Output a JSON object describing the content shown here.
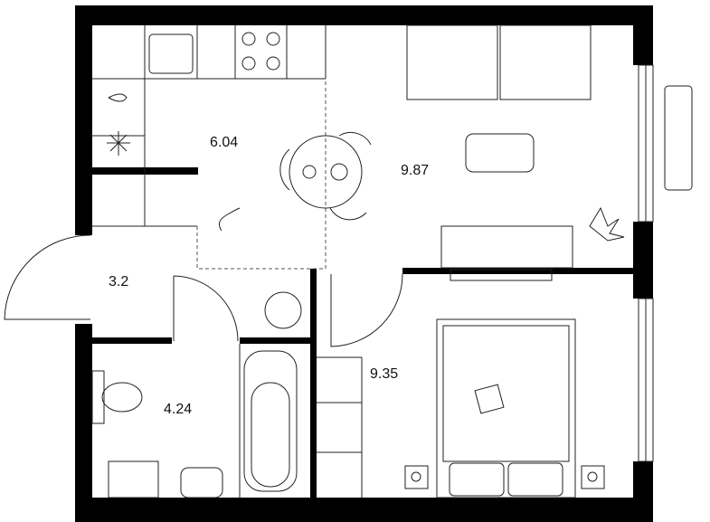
{
  "floor_plan": {
    "rooms": [
      {
        "id": "kitchen",
        "area_label": "6.04"
      },
      {
        "id": "living-room",
        "area_label": "9.87"
      },
      {
        "id": "hallway",
        "area_label": "3.2"
      },
      {
        "id": "bathroom",
        "area_label": "4.24"
      },
      {
        "id": "bedroom",
        "area_label": "9.35"
      }
    ]
  }
}
